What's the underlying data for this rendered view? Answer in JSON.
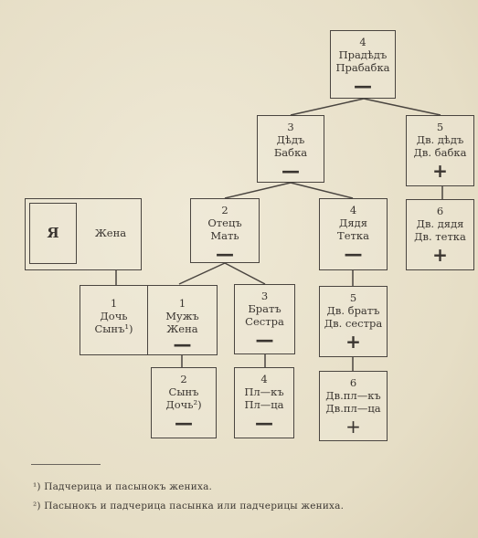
{
  "diagram": {
    "boxes": {
      "great_grandparents": {
        "degree": "4",
        "line1": "Прадѣдъ",
        "line2": "Прабабка",
        "sign": "—"
      },
      "grandparents": {
        "degree": "3",
        "line1": "Дѣдъ",
        "line2": "Бабка",
        "sign": "—"
      },
      "great_uncle": {
        "degree": "5",
        "line1": "Дв. дѣдъ",
        "line2": "Дв. бабка",
        "sign": "+"
      },
      "ego": {
        "label": "Я"
      },
      "wife": {
        "label": "Жена"
      },
      "parents": {
        "degree": "2",
        "line1": "Отецъ",
        "line2": "Мать",
        "sign": "—"
      },
      "uncle": {
        "degree": "4",
        "line1": "Дядя",
        "line2": "Тетка",
        "sign": "—"
      },
      "second_uncle": {
        "degree": "6",
        "line1": "Дв. дядя",
        "line2": "Дв. тетка",
        "sign": "+"
      },
      "daughter": {
        "degree": "1",
        "line1": "Дочь",
        "line2": "Сынъ¹)"
      },
      "husband": {
        "degree": "1",
        "line1": "Мужъ",
        "line2": "Жена",
        "sign": "—"
      },
      "siblings": {
        "degree": "3",
        "line1": "Братъ",
        "line2": "Сестра",
        "sign": "—"
      },
      "cousins": {
        "degree": "5",
        "line1": "Дв. братъ",
        "line2": "Дв. сестра",
        "sign": "+"
      },
      "grandson": {
        "degree": "2",
        "line1": "Сынъ",
        "line2": "Дочь²)",
        "sign": "—"
      },
      "nephews": {
        "degree": "4",
        "line1": "Пл—къ",
        "line2": "Пл—ца",
        "sign": "—"
      },
      "second_nephews": {
        "degree": "6",
        "line1": "Дв.пл—къ",
        "line2": "Дв.пл—ца",
        "sign": "+"
      }
    },
    "footnotes": [
      "¹) Падчерица и пасынокъ жениха.",
      "²) Пасынокъ и падчерица пасынка или падчерицы жениха."
    ]
  }
}
